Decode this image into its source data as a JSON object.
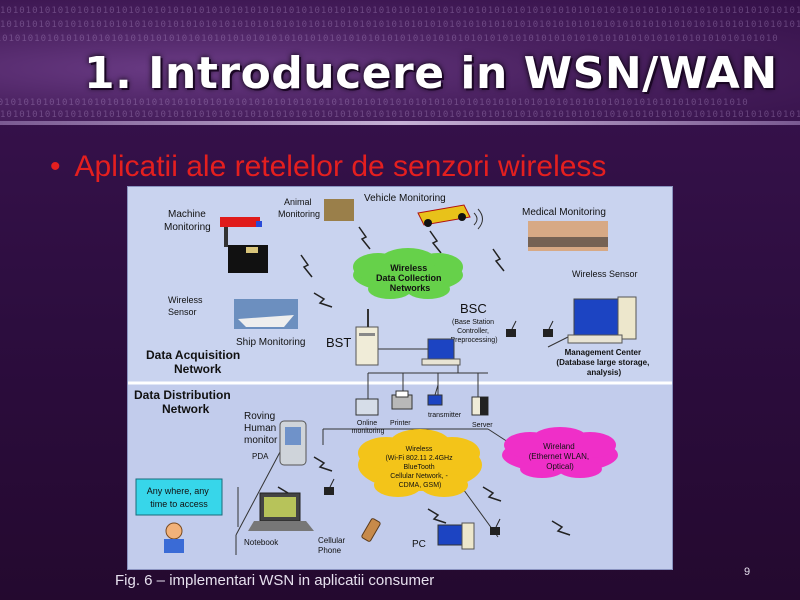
{
  "slide": {
    "title": "1. Introducere in WSN/WAN",
    "bullet": "Aplicatii ale retelelor de senzori wireless",
    "caption": "Fig. 6 – implementari WSN in aplicatii consumer",
    "page_number": "9"
  },
  "decor": {
    "binary": "101010101010101010101010101010101010101010101010101010101010101010101010101010101010101010101010101010101010101010101010101010"
  },
  "diagram": {
    "machine_monitoring": [
      "Machine",
      "Monitoring"
    ],
    "animal_monitoring": [
      "Animal",
      "Monitoring"
    ],
    "vehicle_monitoring": "Vehicle Monitoring",
    "medical_monitoring": "Medical Monitoring",
    "wireless_sensor_right": "Wireless Sensor",
    "wireless_sensor_left": [
      "Wireless",
      "Sensor"
    ],
    "wdc_cloud": [
      "Wireless",
      "Data Collection",
      "Networks"
    ],
    "bsc": "BSC",
    "bsc_sub": [
      "(Base Station",
      "Controller,",
      "Preprocessing)"
    ],
    "ship_monitoring": "Ship Monitoring",
    "bst": "BST",
    "management_center": [
      "Management Center",
      "(Database large storage,",
      "analysis)"
    ],
    "acq_network": [
      "Data Acquisition",
      "Network"
    ],
    "dist_network": [
      "Data Distribution",
      "Network"
    ],
    "online_monitoring": [
      "Online",
      "monitoring"
    ],
    "printer": "Printer",
    "transmitter": "transmitter",
    "server": "Server",
    "roving": [
      "Roving",
      "Human",
      "monitor"
    ],
    "pda": "PDA",
    "wireless_cloud": [
      "Wireless",
      "(Wi-Fi 802.11 2.4GHz",
      "BlueTooth",
      "Cellular Network, -",
      "CDMA, GSM)"
    ],
    "wireland_cloud": [
      "Wireland",
      "(Ethernet WLAN,",
      "Optical)"
    ],
    "anywhere": [
      "Any where, any",
      "time to access"
    ],
    "notebook": "Notebook",
    "cellular_phone": [
      "Cellular",
      "Phone"
    ],
    "pc": "PC"
  },
  "colors": {
    "bullet": "#e41f1f",
    "diagram_bg": "#c9d3ef",
    "green_cloud": "#66d14a",
    "yellow_cloud": "#f3c419",
    "magenta_cloud": "#ef2fc8",
    "callout": "#37d6ea"
  }
}
